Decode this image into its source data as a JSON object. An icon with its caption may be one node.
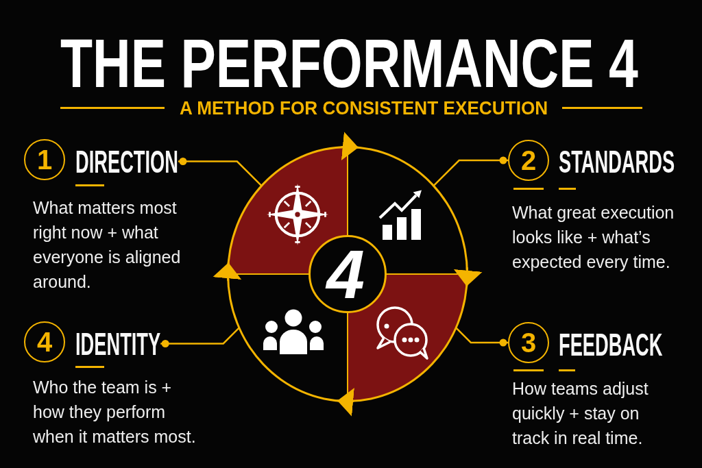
{
  "diagram": {
    "title": "THE PERFORMANCE 4",
    "nodes": [
      {
        "text": [
          "1"
        ]
      },
      {
        "text": [
          "DIRECTION"
        ],
        "beside": [
          "What matters most right now + what everyone is aligned around."
        ]
      },
      {
        "text": [
          "2"
        ]
      },
      {
        "text": [
          "STANDARDS"
        ],
        "beside": [
          "What great execution looks like + what’s expected every time."
        ]
      },
      {
        "text": [],
        "shape": "sector"
      },
      {
        "text": [],
        "shape": "sector"
      },
      {
        "text": [
          "4"
        ]
      },
      {
        "text": [],
        "shape": "sector"
      },
      {
        "text": [],
        "shape": "sector"
      },
      {
        "text": [
          "4"
        ]
      },
      {
        "text": [
          "IDENTITY"
        ],
        "beside": [
          "Who the team is + how they perform when it matters most."
        ]
      },
      {
        "text": [
          "3"
        ]
      },
      {
        "text": [
          "FEEDBACK"
        ],
        "beside": [
          "How teams adjust quickly + stay on track in real time."
        ]
      }
    ],
    "edges": [
      {
        "from": 1,
        "to": 4,
        "arrow": "other"
      },
      {
        "from": 2,
        "to": 5,
        "arrow": "other"
      },
      {
        "from": 10,
        "to": 7,
        "arrow": "other"
      },
      {
        "from": 11,
        "to": 8,
        "arrow": "other"
      },
      {
        "from": 4,
        "to": 5,
        "arrow": "to"
      },
      {
        "from": 5,
        "to": 8,
        "arrow": "to"
      },
      {
        "from": 8,
        "to": 7,
        "arrow": "to"
      },
      {
        "from": 7,
        "to": 4,
        "arrow": "to"
      }
    ],
    "labels": [
      "A METHOD FOR CONSISTENT EXECUTION"
    ]
  }
}
